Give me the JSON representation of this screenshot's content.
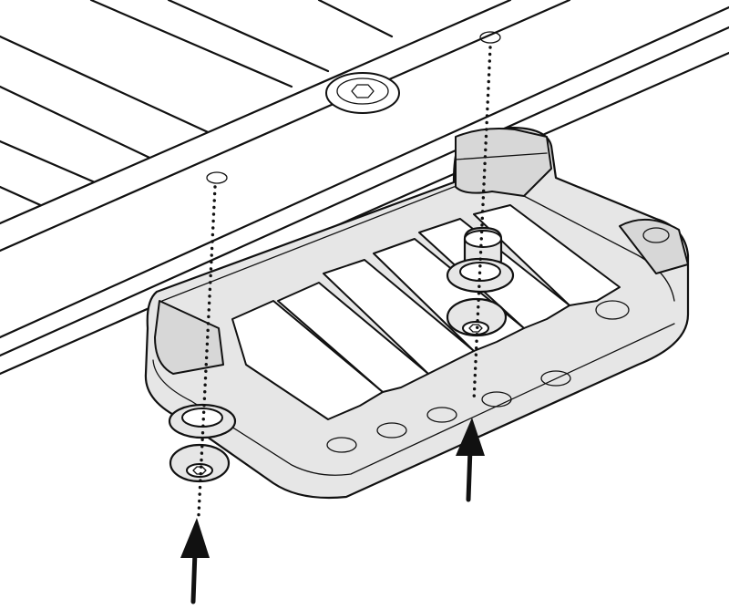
{
  "diagram": {
    "type": "assembly-instruction",
    "labels": [],
    "colors": {
      "line": "#111111",
      "part_fill": "#e6e6e6",
      "shadow_fill": "#d7d7d7",
      "background": "#ffffff"
    },
    "parts": {
      "fasteners": 2,
      "washers": 2,
      "arrows": 2
    }
  }
}
